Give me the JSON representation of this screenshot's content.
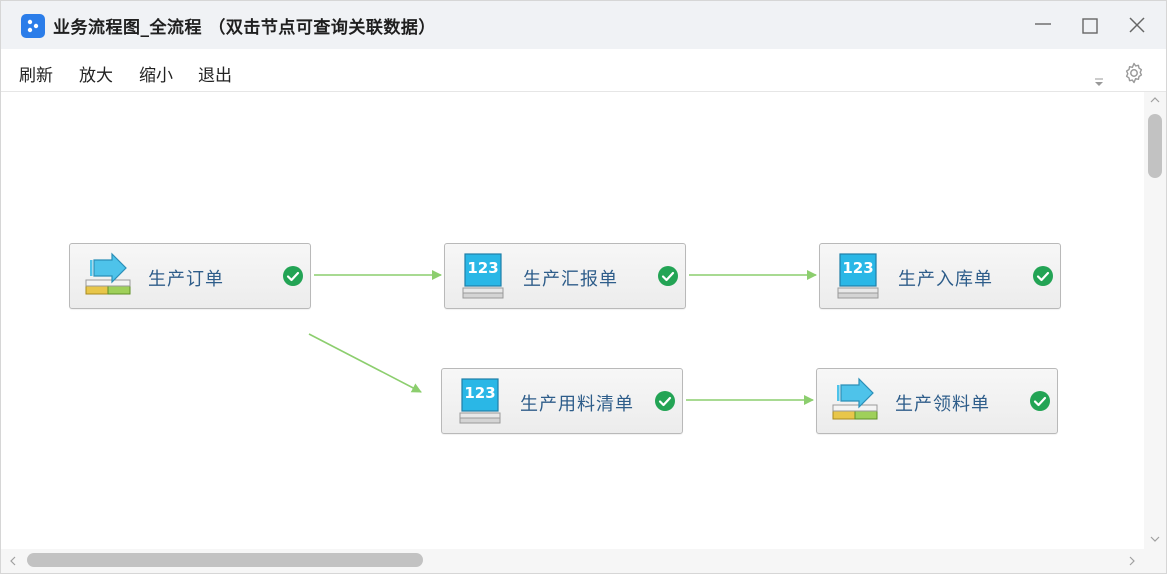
{
  "window": {
    "title": "业务流程图_全流程 （双击节点可查询关联数据）"
  },
  "menu": {
    "refresh": "刷新",
    "zoom_in": "放大",
    "zoom_out": "缩小",
    "exit": "退出"
  },
  "colors": {
    "edge": "#8cce6e",
    "check": "#23a455",
    "node_text": "#2e5d8a"
  },
  "nodes": [
    {
      "label": "生产订单",
      "icon": "arrow-document-icon",
      "status": "check-icon"
    },
    {
      "label": "生产汇报单",
      "icon": "numeric-123-monitor-icon",
      "status": "check-icon"
    },
    {
      "label": "生产入库单",
      "icon": "numeric-123-monitor-icon",
      "status": "check-icon"
    },
    {
      "label": "生产用料清单",
      "icon": "numeric-123-monitor-icon",
      "status": "check-icon"
    },
    {
      "label": "生产领料单",
      "icon": "arrow-document-icon",
      "status": "check-icon"
    }
  ],
  "edges": [
    {
      "from": "生产订单",
      "to": "生产汇报单"
    },
    {
      "from": "生产汇报单",
      "to": "生产入库单"
    },
    {
      "from": "生产订单",
      "to": "生产用料清单"
    },
    {
      "from": "生产用料清单",
      "to": "生产领料单"
    }
  ]
}
